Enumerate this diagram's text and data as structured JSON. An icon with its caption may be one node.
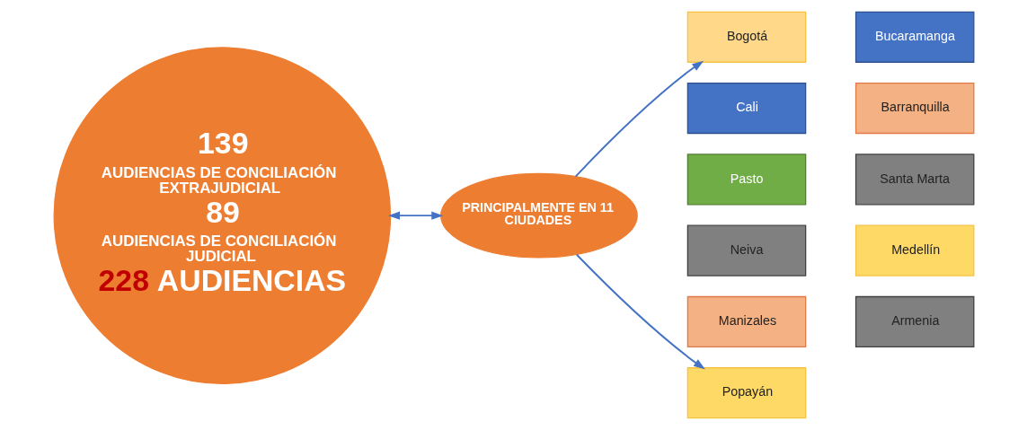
{
  "diagram": {
    "nodes": [
      {
        "text": [
          "139",
          "AUDIENCIAS DE CONCILIACIÓN EXTRAJUDICIAL",
          "89",
          "AUDIENCIAS DE CONCILIACIÓN JUDICIAL",
          "228 AUDIENCIAS"
        ]
      },
      {
        "text": [
          "PRINCIPALMENTE EN 11 CIUDADES"
        ]
      },
      {
        "text": [
          "Bogotá"
        ]
      },
      {
        "text": [
          "Bucaramanga"
        ]
      },
      {
        "text": [
          "Cali"
        ]
      },
      {
        "text": [
          "Barranquilla"
        ]
      },
      {
        "text": [
          "Pasto"
        ]
      },
      {
        "text": [
          "Santa Marta"
        ]
      },
      {
        "text": [
          "Neiva"
        ]
      },
      {
        "text": [
          "Medellín"
        ]
      },
      {
        "text": [
          "Manizales"
        ]
      },
      {
        "text": [
          "Armenia"
        ]
      },
      {
        "text": [
          "Popayán"
        ]
      }
    ],
    "edges": [
      {
        "from": 0,
        "to": 1,
        "arrow": "both"
      },
      {
        "from": 1,
        "to": 2,
        "arrow": "to"
      },
      {
        "from": 1,
        "to": 12,
        "arrow": "to"
      }
    ]
  }
}
